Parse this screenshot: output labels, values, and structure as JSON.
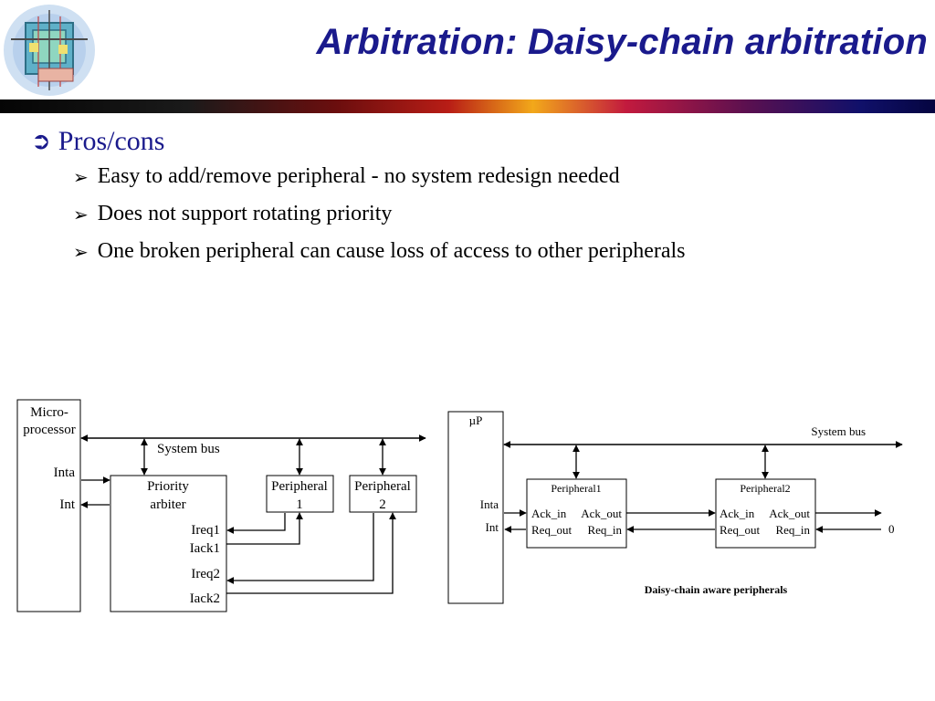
{
  "slide": {
    "title": "Arbitration: Daisy-chain arbitration",
    "bullets": {
      "main": "Pros/cons",
      "items": [
        "Easy to add/remove peripheral - no system redesign needed",
        "Does not support rotating priority",
        "One broken peripheral can cause loss of access to other peripherals"
      ]
    }
  },
  "icons": {
    "bullet_main": "arrow-right-circle-icon",
    "bullet_sub": "pointing-arrow-icon"
  },
  "colors": {
    "title": "#1a1a8c",
    "bullet_main": "#1a1a8c"
  },
  "diagram_left": {
    "micro_line1": "Micro-",
    "micro_line2": "processor",
    "inta": "Inta",
    "int": "Int",
    "bus": "System bus",
    "arbiter_line1": "Priority",
    "arbiter_line2": "arbiter",
    "ireq1": "Ireq1",
    "iack1": "Iack1",
    "ireq2": "Ireq2",
    "iack2": "Iack2",
    "p1_line1": "Peripheral",
    "p1_line2": "1",
    "p2_line1": "Peripheral",
    "p2_line2": "2"
  },
  "diagram_right": {
    "up": "µP",
    "inta": "Inta",
    "int": "Int",
    "bus": "System bus",
    "p1_title": "Peripheral1",
    "p2_title": "Peripheral2",
    "ack_in": "Ack_in",
    "ack_out": "Ack_out",
    "req_out": "Req_out",
    "req_in": "Req_in",
    "zero": "0",
    "caption": "Daisy-chain aware peripherals"
  }
}
